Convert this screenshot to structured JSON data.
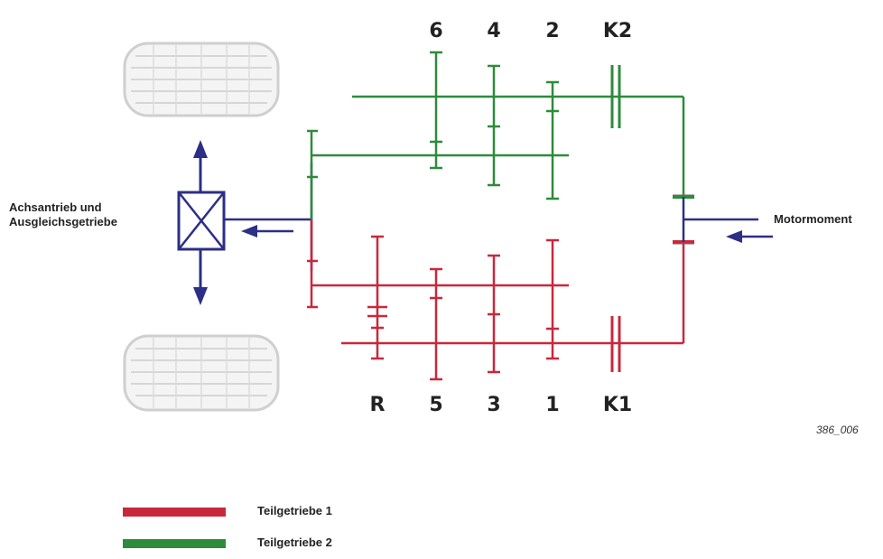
{
  "diagram": {
    "gears_top": [
      "6",
      "4",
      "2"
    ],
    "clutch_top": "K2",
    "gears_bottom": [
      "R",
      "5",
      "3",
      "1"
    ],
    "clutch_bottom": "K1",
    "label_left_line1": "Achsantrieb und",
    "label_left_line2": "Ausgleichsgetriebe",
    "label_right": "Motormoment",
    "figure_id": "386_006"
  },
  "legend": {
    "items": [
      {
        "label": "Teilgetriebe 1",
        "color": "#c8283c"
      },
      {
        "label": "Teilgetriebe 2",
        "color": "#2e8b3a"
      }
    ]
  },
  "colors": {
    "red": "#c8283c",
    "green": "#2e8b3a",
    "blue": "#2c2f86",
    "tire": "#cfcfcf"
  }
}
